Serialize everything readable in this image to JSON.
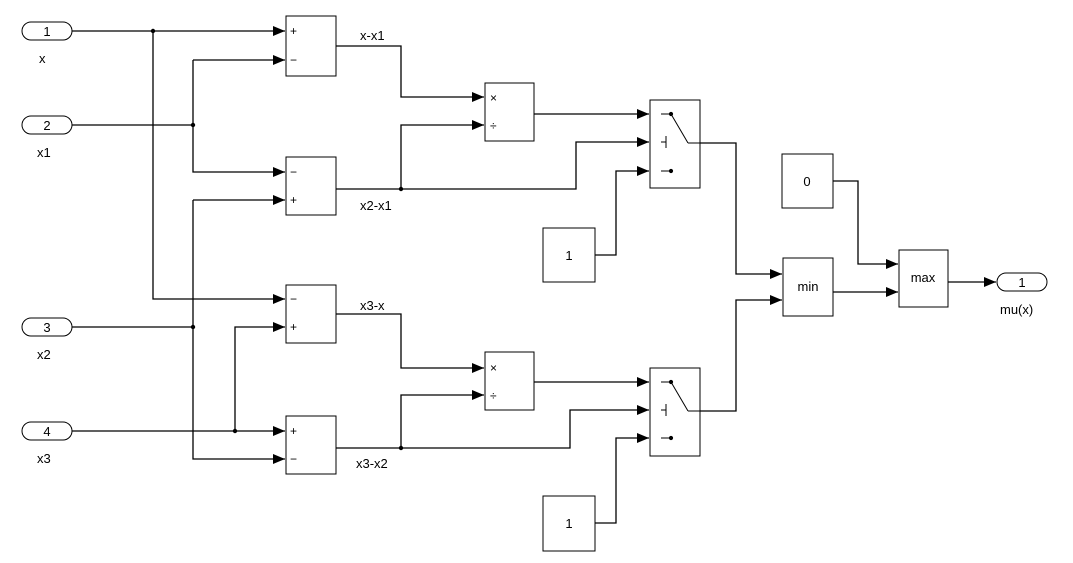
{
  "inports": [
    {
      "number": "1",
      "name": "x"
    },
    {
      "number": "2",
      "name": "x1"
    },
    {
      "number": "3",
      "name": "x2"
    },
    {
      "number": "4",
      "name": "x3"
    }
  ],
  "outport": {
    "number": "1",
    "name": "mu(x)"
  },
  "sums": [
    {
      "signs": [
        "+",
        "−"
      ],
      "signal": "x-x1"
    },
    {
      "signs": [
        "−",
        "+"
      ],
      "signal": "x2-x1"
    },
    {
      "signs": [
        "−",
        "+"
      ],
      "signal": "x3-x"
    },
    {
      "signs": [
        "+",
        "−"
      ],
      "signal": "x3-x2"
    }
  ],
  "divides": [
    {
      "ops": [
        "×",
        "÷"
      ]
    },
    {
      "ops": [
        "×",
        "÷"
      ]
    }
  ],
  "constants": [
    {
      "value": "1"
    },
    {
      "value": "1"
    },
    {
      "value": "0"
    }
  ],
  "minmax": {
    "min_label": "min",
    "max_label": "max"
  },
  "colors": {
    "line": "#000000",
    "background": "#ffffff"
  }
}
